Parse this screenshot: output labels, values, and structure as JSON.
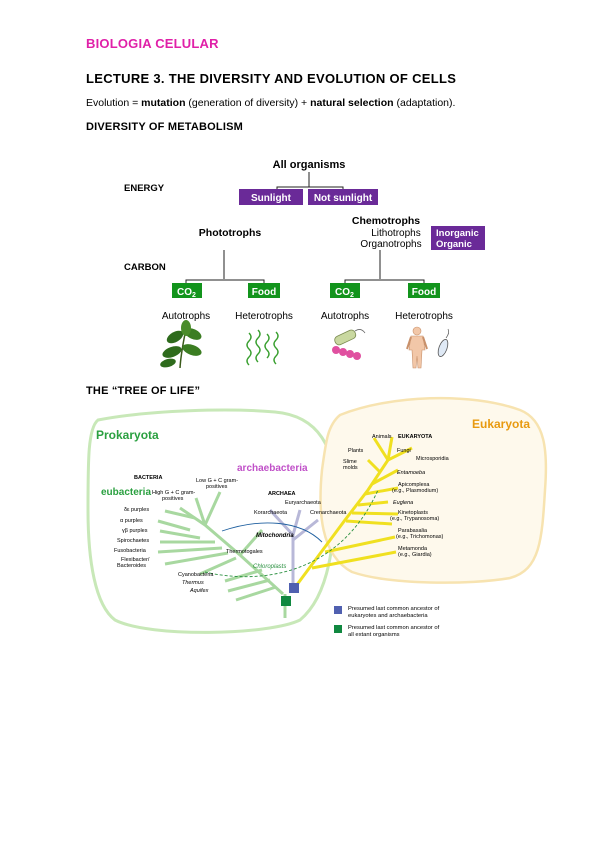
{
  "header": {
    "course": "BIOLOGIA CELULAR"
  },
  "lecture": {
    "title": "LECTURE 3. THE DIVERSITY AND EVOLUTION OF CELLS"
  },
  "evolution": {
    "prefix": "Evolution = ",
    "term1": "mutation",
    "desc1": " (generation of diversity) + ",
    "term2": "natural selection",
    "desc2": " (adaptation)."
  },
  "metabolism": {
    "heading": "DIVERSITY OF METABOLISM",
    "root": "All organisms",
    "energy_label": "ENERGY",
    "carbon_label": "CARBON",
    "sunlight": "Sunlight",
    "not_sunlight": "Not sunlight",
    "phototrophs": "Phototrophs",
    "chemotrophs": "Chemotrophs",
    "lithotrophs": "Lithotrophs",
    "organotrophs": "Organotrophs",
    "inorganic": "Inorganic",
    "organic": "Organic",
    "co2": "CO",
    "co2_sub": "2",
    "food": "Food",
    "autotrophs": "Autotrophs",
    "heterotrophs": "Heterotrophs",
    "colors": {
      "purple": "#6a2a98",
      "green": "#12941c"
    }
  },
  "tree": {
    "heading": "THE “TREE OF LIFE”",
    "prokaryota": "Prokaryota",
    "eukaryota": "Eukaryota",
    "archaebacteria": "archaebacteria",
    "eubacteria": "eubacteria",
    "bacteria": "BACTERIA",
    "archaea": "ARCHAEA",
    "eukaryota_small": "EUKARYOTA",
    "bacteria_leaves": {
      "lowgc": [
        "Low G + C gram-",
        "positives"
      ],
      "highgc": [
        "High G + C gram-",
        "positives"
      ],
      "delta": "δε purples",
      "alpha": "α purples",
      "gammabeta": "γβ purples",
      "spiro": "Spirochaetes",
      "fuso": "Fusobacteria",
      "flexi": [
        "Flexibacter/",
        "Bacteroides"
      ],
      "thermotogales": "Thermotogales",
      "cyano": "Cyanobacteria",
      "thermus": "Thermus",
      "aquifex": "Aquifex"
    },
    "archaea_leaves": {
      "eury": "Euryarchaeota",
      "kor": "Korarchaeota",
      "cren": "Crenarchaeota"
    },
    "euk_leaves": {
      "animals": "Animals",
      "plants": "Plants",
      "fungi": "Fungi",
      "micro": "Microsporidia",
      "slime": [
        "Slime",
        "molds"
      ],
      "entamoeba": "Entamoeba",
      "apicomplexa": [
        "Apicomplexa",
        "(e.g., Plasmodium)"
      ],
      "euglena": "Euglena",
      "kineto": [
        "Kinetoplasts",
        "(e.g., Trypanosoma)"
      ],
      "parabasalia": [
        "Parabasalia",
        "(e.g., Trichomonas)"
      ],
      "metamonda": [
        "Metamonda",
        "(e.g., Giardia)"
      ]
    },
    "mitochondria": "Mitochondria",
    "chloroplasts": "Chloroplasts",
    "legend": {
      "blue": [
        "Presumed last common ancestor of",
        "eukaryotes and archaebacteria"
      ],
      "green": [
        "Presumed last common ancestor of",
        "all extant organisms"
      ]
    },
    "colors": {
      "prok_label": "#2aa040",
      "euk_label": "#e89a10",
      "archae_label": "#c050c8",
      "eubact_label": "#2aa040",
      "bact_branch": "#a8d8a0",
      "arch_branch": "#b8b8d8",
      "euk_branch": "#f0e020",
      "blue_box": "#5060b0",
      "green_box": "#108840"
    }
  }
}
